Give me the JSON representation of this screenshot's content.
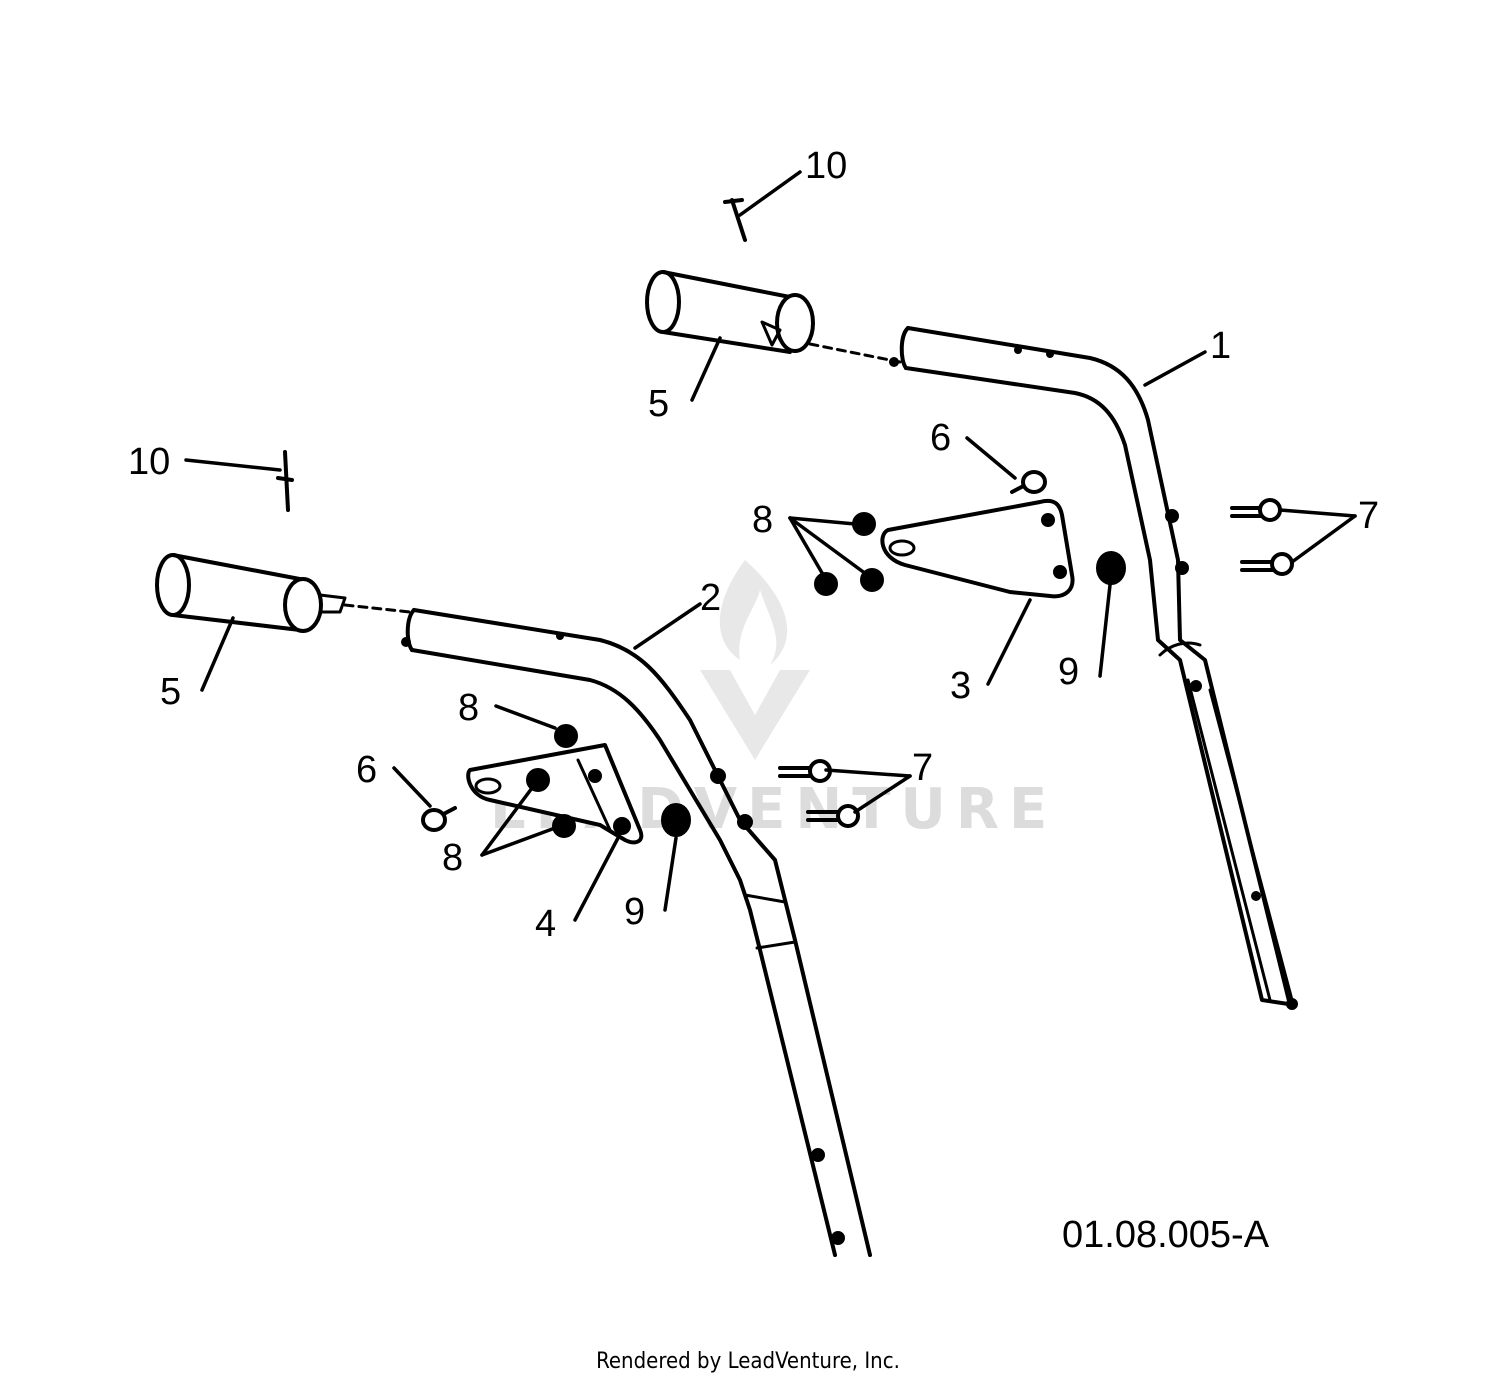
{
  "diagram": {
    "reference_code": "01.08.005-A",
    "footer": "Rendered by LeadVenture, Inc.",
    "watermark": "LEADVENTURE",
    "callouts": {
      "c1": "1",
      "c2": "2",
      "c3": "3",
      "c4": "4",
      "c5_upper": "5",
      "c5_lower": "5",
      "c6_upper": "6",
      "c6_lower": "6",
      "c7_upper": "7",
      "c7_lower": "7",
      "c8_upper": "8",
      "c8_lower_top": "8",
      "c8_lower_bottom": "8",
      "c9_upper": "9",
      "c9_lower": "9",
      "c10_upper": "10",
      "c10_lower": "10"
    }
  }
}
